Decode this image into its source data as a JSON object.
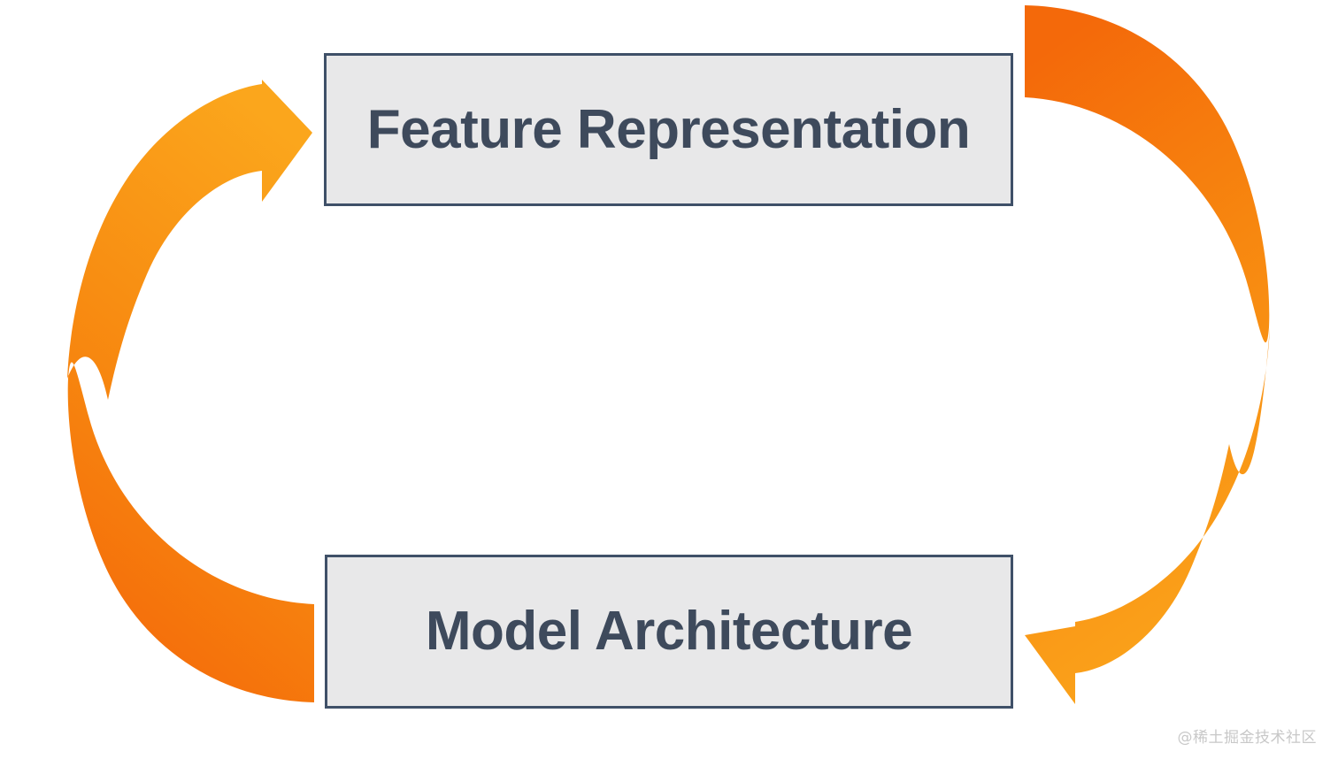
{
  "diagram": {
    "type": "cycle",
    "title": "",
    "background_color": "#FFFFFF",
    "nodes": [
      {
        "id": "feature-representation",
        "label": "Feature Representation",
        "position": "top",
        "fill_color": "#E8E8E9",
        "border_color": "#3F5068",
        "text_color": "#3E4A5C"
      },
      {
        "id": "model-architecture",
        "label": "Model Architecture",
        "position": "bottom",
        "fill_color": "#E8E8E9",
        "border_color": "#3F5068",
        "text_color": "#3E4A5C"
      }
    ],
    "arrows": [
      {
        "id": "model-to-feature",
        "side": "left",
        "from": "model-architecture",
        "to": "feature-representation",
        "direction": "up-right",
        "gradient_from": "#F5720B",
        "gradient_to": "#FBA61C"
      },
      {
        "id": "feature-to-model",
        "side": "right",
        "from": "feature-representation",
        "to": "model-architecture",
        "direction": "down-left",
        "gradient_from": "#F5720B",
        "gradient_to": "#FBA61C"
      }
    ]
  },
  "watermark": {
    "text": "@稀土掘金技术社区",
    "color": "#C8C8C8"
  }
}
